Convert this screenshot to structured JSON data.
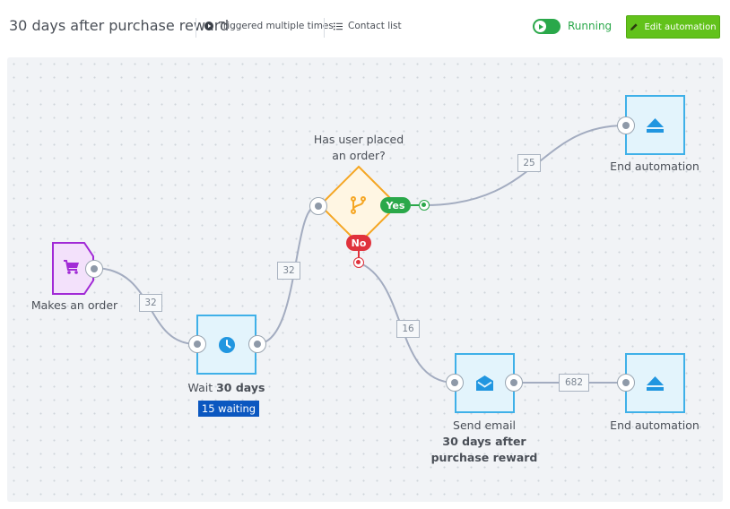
{
  "header": {
    "title": "30 days after purchase reward",
    "triggered_label": "Triggered multiple times",
    "contact_list_label": "Contact list",
    "status_label": "Running",
    "edit_label": "Edit automation"
  },
  "colors": {
    "brand_green": "#62c21b",
    "running_green": "#2aa84a",
    "node_blue": "#3fb0e8",
    "trigger_purple": "#a12ad6",
    "condition_orange": "#f5a623",
    "no_red": "#e0323c",
    "waiting_blue": "#0b57c0"
  },
  "flow": {
    "trigger": {
      "label": "Makes an order",
      "icon": "cart-icon"
    },
    "wait": {
      "label_prefix": "Wait ",
      "label_value": "30 days",
      "waiting_badge": "15 waiting",
      "icon": "clock-icon"
    },
    "condition": {
      "label": "Has user placed\nan order?",
      "yes_label": "Yes",
      "no_label": "No",
      "icon": "branch-icon"
    },
    "end_top": {
      "label": "End automation",
      "icon": "eject-icon"
    },
    "send_email": {
      "label": "Send email",
      "subject": "30 days after\npurchase reward",
      "icon": "envelope-icon"
    },
    "end_bottom": {
      "label": "End automation",
      "icon": "eject-icon"
    },
    "counts": {
      "trigger_to_wait": "32",
      "wait_to_condition": "32",
      "yes_to_end": "25",
      "no_to_email": "16",
      "email_to_end": "682"
    }
  }
}
